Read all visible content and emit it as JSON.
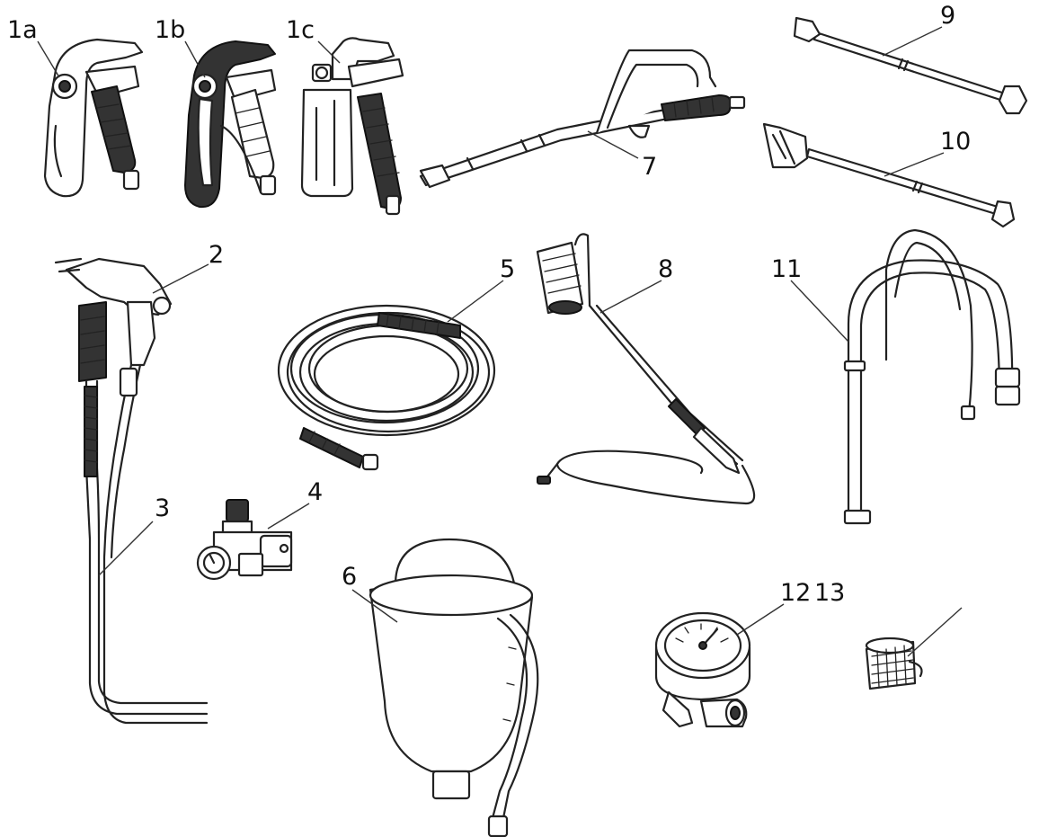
{
  "labels": {
    "l1a": "1a",
    "l1b": "1b",
    "l1c": "1c",
    "l2": "2",
    "l3": "3",
    "l4": "4",
    "l5": "5",
    "l6": "6",
    "l7": "7",
    "l8": "8",
    "l9": "9",
    "l10": "10",
    "l11": "11",
    "l12": "12",
    "l13": "13"
  }
}
